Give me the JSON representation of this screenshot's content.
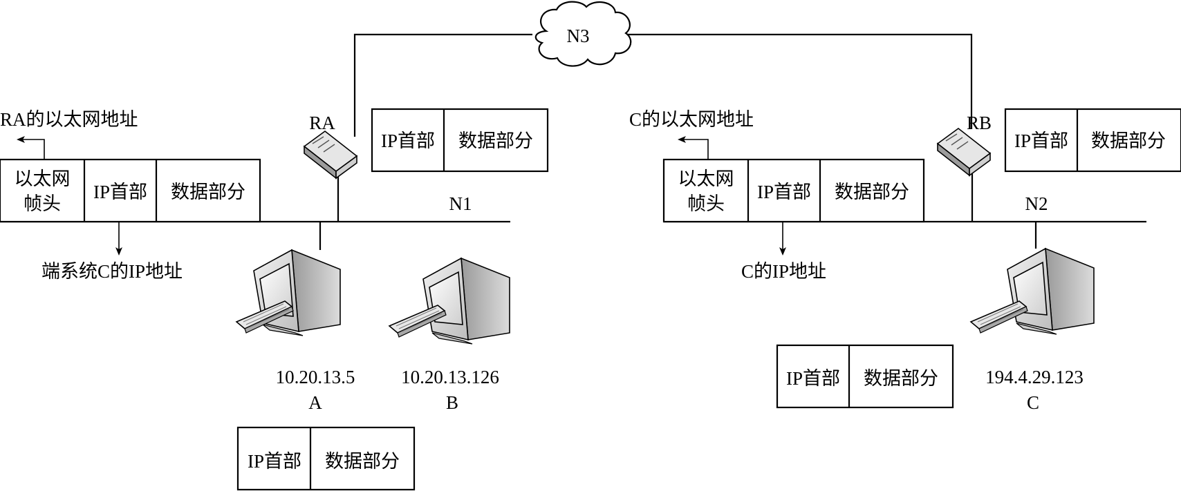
{
  "network": {
    "cloud_label": "N3",
    "lan1_label": "N1",
    "lan2_label": "N2"
  },
  "routers": {
    "ra_label": "RA",
    "rb_label": "RB"
  },
  "hosts": {
    "a": {
      "ip": "10.20.13.5",
      "name": "A"
    },
    "b": {
      "ip": "10.20.13.126",
      "name": "B"
    },
    "c": {
      "ip": "194.4.29.123",
      "name": "C"
    }
  },
  "frames": {
    "left": {
      "eth_header_line1": "以太网",
      "eth_header_line2": "帧头",
      "ip_header": "IP首部",
      "data": "数据部分",
      "dest_mac_note": "RA的以太网地址",
      "dest_ip_note": "端系统C的IP地址"
    },
    "right": {
      "eth_header_line1": "以太网",
      "eth_header_line2": "帧头",
      "ip_header": "IP首部",
      "data": "数据部分",
      "dest_mac_note": "C的以太网地址",
      "dest_ip_note": "C的IP地址"
    }
  },
  "packets": {
    "ra": {
      "ip_header": "IP首部",
      "data": "数据部分"
    },
    "rb": {
      "ip_header": "IP首部",
      "data": "数据部分"
    },
    "host_a": {
      "ip_header": "IP首部",
      "data": "数据部分"
    },
    "host_c": {
      "ip_header": "IP首部",
      "data": "数据部分"
    }
  }
}
